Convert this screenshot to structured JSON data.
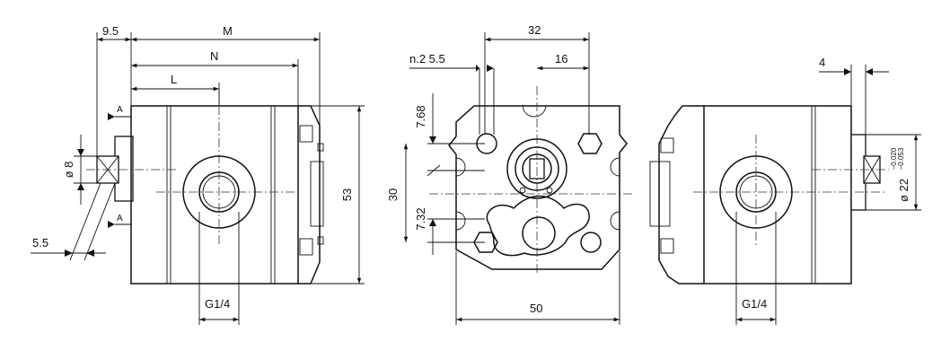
{
  "diagram": {
    "side_view_left": {
      "dims": {
        "offset": "9.5",
        "total": "M",
        "mid": "N",
        "port": "L",
        "height": "53",
        "shaft_dia": "ø 8",
        "key": "5.5",
        "port_thread": "G1/4"
      },
      "section_marks": {
        "top": "A",
        "bottom": "A"
      }
    },
    "front_view": {
      "dims": {
        "holes": "n.2 5.5",
        "bolt_pitch": "32",
        "half_pitch": "16",
        "upper_offset": "7.68",
        "flange": "30",
        "lower_offset": "7.32",
        "width": "50"
      }
    },
    "side_view_right": {
      "dims": {
        "shaft_len": "4",
        "shaft_dia": "ø 22",
        "tol_upper": "−0.020",
        "tol_lower": "−0.053",
        "port_thread": "G1/4"
      }
    }
  }
}
